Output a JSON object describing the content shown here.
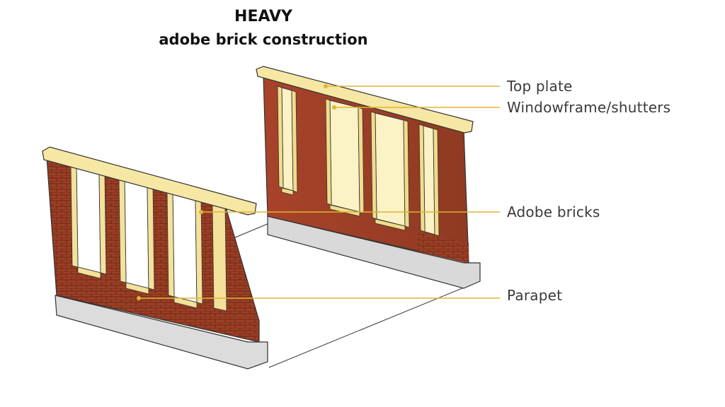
{
  "title": {
    "line1": "HEAVY",
    "line2": "adobe brick construction"
  },
  "labels": {
    "top_plate": "Top plate",
    "windowframe": "Windowframe/shutters",
    "adobe_bricks": "Adobe bricks",
    "parapet": "Parapet"
  },
  "colors": {
    "leader_line": "#e0b531",
    "adobe_brick": "#9c3f25",
    "adobe_brick_dark": "#7a2c19",
    "timber": "#f6e7a4",
    "foundation": "#d9d9d9",
    "ink": "#222222"
  }
}
